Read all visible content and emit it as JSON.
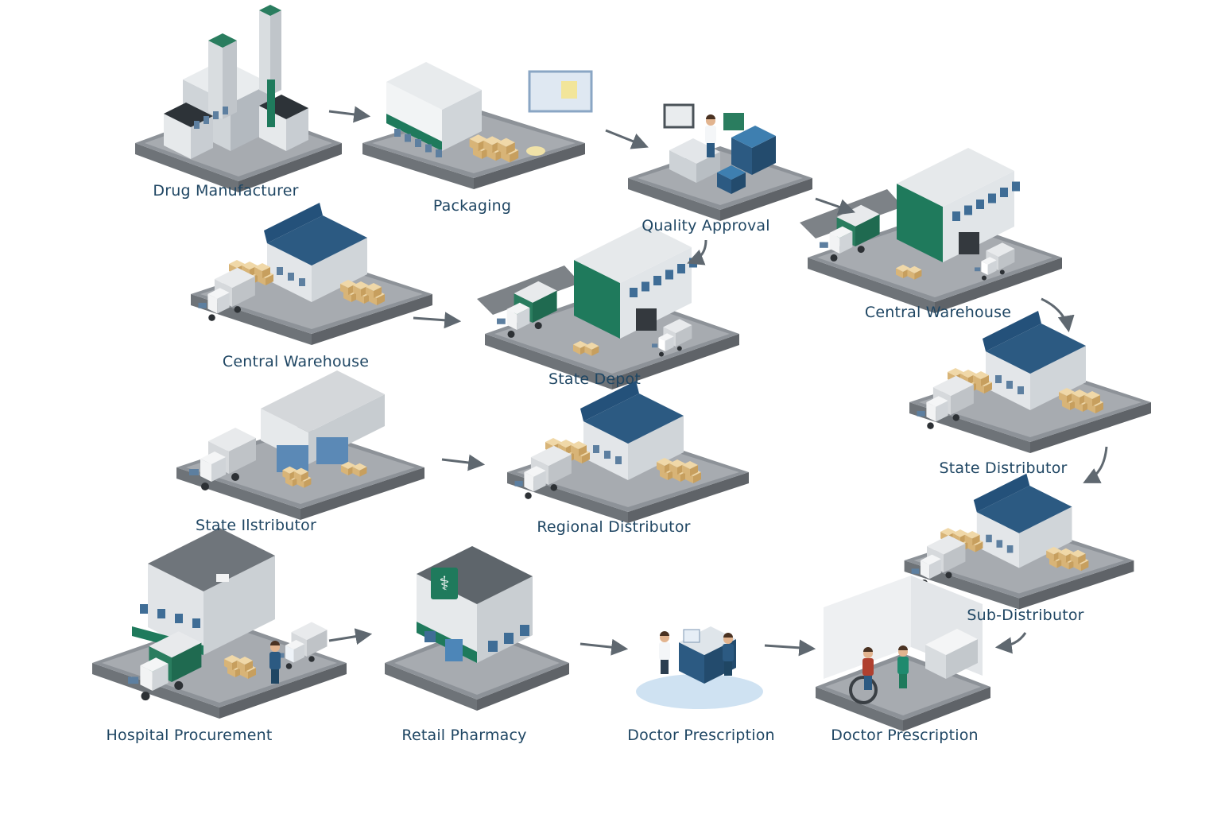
{
  "colors": {
    "green": "#1f7a5c",
    "navy": "#2c5a82",
    "label": "#1f4663",
    "platform": "#8d9298",
    "arrow": "#5f6870",
    "box": "#e4c48a",
    "grey_building": "#cfd3d6"
  },
  "nodes": [
    {
      "id": "drug-manufacturer",
      "label": "Drug Manufacturer",
      "scene": "factory"
    },
    {
      "id": "packaging",
      "label": "Packaging",
      "scene": "packaging"
    },
    {
      "id": "quality-approval",
      "label": "Quality Approval",
      "scene": "lab"
    },
    {
      "id": "central-warehouse-right",
      "label": "Central Warehouse",
      "scene": "green-warehouse"
    },
    {
      "id": "central-warehouse-left",
      "label": "Central Warehouse",
      "scene": "blue-warehouse"
    },
    {
      "id": "state-depot",
      "label": "State Depot",
      "scene": "green-warehouse"
    },
    {
      "id": "state-distributor-right",
      "label": "State Distributor",
      "scene": "blue-warehouse"
    },
    {
      "id": "state-distributor-left",
      "label": "State Ilstributor",
      "scene": "grey-warehouse"
    },
    {
      "id": "regional-distributor",
      "label": "Regional Distributor",
      "scene": "blue-warehouse"
    },
    {
      "id": "sub-distributor",
      "label": "Sub-Distributor",
      "scene": "blue-warehouse"
    },
    {
      "id": "hospital-procurement",
      "label": "Hospital Procurement",
      "scene": "hospital"
    },
    {
      "id": "retail-pharmacy",
      "label": "Retail Pharmacy",
      "scene": "pharmacy"
    },
    {
      "id": "doctor-prescription-1",
      "label": "Doctor Prescription",
      "scene": "consultation"
    },
    {
      "id": "doctor-prescription-2",
      "label": "Doctor Prescription",
      "scene": "clinic"
    }
  ],
  "edges": [
    {
      "from": "drug-manufacturer",
      "to": "packaging"
    },
    {
      "from": "packaging",
      "to": "quality-approval"
    },
    {
      "from": "quality-approval",
      "to": "central-warehouse-right"
    },
    {
      "from": "quality-approval",
      "to": "state-depot"
    },
    {
      "from": "central-warehouse-left",
      "to": "state-depot"
    },
    {
      "from": "central-warehouse-right",
      "to": "state-distributor-right"
    },
    {
      "from": "state-distributor-right",
      "to": "sub-distributor"
    },
    {
      "from": "state-distributor-left",
      "to": "regional-distributor"
    },
    {
      "from": "sub-distributor",
      "to": "doctor-prescription-2"
    },
    {
      "from": "hospital-procurement",
      "to": "retail-pharmacy"
    },
    {
      "from": "retail-pharmacy",
      "to": "doctor-prescription-1"
    },
    {
      "from": "doctor-prescription-1",
      "to": "doctor-prescription-2"
    }
  ]
}
